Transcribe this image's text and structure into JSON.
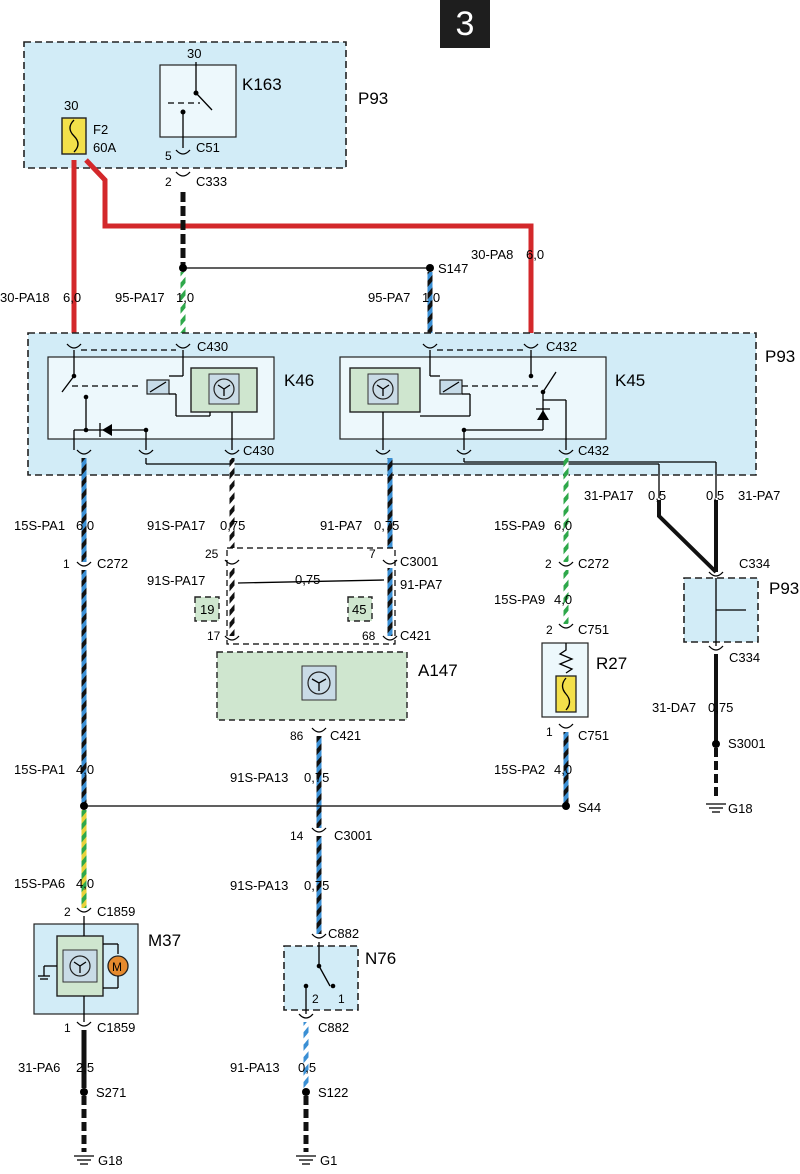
{
  "page_number": "3",
  "colors": {
    "box_fill": "#d2ecf7",
    "component_fill": "#cfe6cf",
    "fuse_fill": "#f3e04a",
    "wire_red": "#d3282b",
    "wire_black": "#111111",
    "wire_blue": "#3a8fd4",
    "wire_green": "#2ea84a",
    "wire_yellow": "#e9d23a",
    "motor_fill": "#e58a2e"
  },
  "modules": {
    "p93_top": "P93",
    "p93_mid": "P93",
    "p93_small": "P93"
  },
  "components": {
    "k163": "K163",
    "k46": "K46",
    "k45": "K45",
    "a147": "A147",
    "r27": "R27",
    "m37": "M37",
    "n76": "N76",
    "f2": "F2",
    "f2_rating": "60A",
    "f2_pin": "30",
    "k163_pin": "30",
    "n76_pin_a": "2",
    "n76_pin_b": "1",
    "a147_ref_left": "19",
    "a147_ref_right": "45"
  },
  "connectors": {
    "c51": "C51",
    "c51_pin": "5",
    "c333": "C333",
    "c333_pin": "2",
    "c430_top": "C430",
    "c430_bot": "C430",
    "c432_top": "C432",
    "c432_bot": "C432",
    "c272_a": "C272",
    "c272_a_pin": "1",
    "c3001_top": "C3001",
    "c3001_pin_l": "25",
    "c3001_pin_r": "7",
    "c421_top": "C421",
    "c421_pin_l": "17",
    "c421_pin_r": "68",
    "c272_b": "C272",
    "c272_b_pin": "2",
    "c751_top": "C751",
    "c751_top_pin": "2",
    "c751_bot": "C751",
    "c751_bot_pin": "1",
    "c334_top": "C334",
    "c334_bot": "C334",
    "c421_bot": "C421",
    "c421_bot_pin": "86",
    "c3001_bot": "C3001",
    "c3001_bot_pin": "14",
    "c1859_top": "C1859",
    "c1859_top_pin": "2",
    "c1859_bot": "C1859",
    "c1859_bot_pin": "1",
    "c882_top": "C882",
    "c882_bot": "C882"
  },
  "splices": {
    "s147": "S147",
    "s44": "S44",
    "s3001": "S3001",
    "s271": "S271",
    "s122": "S122"
  },
  "grounds": {
    "g18_a": "G18",
    "g18_b": "G18",
    "g1": "G1"
  },
  "wires": {
    "w_30pa18": {
      "code": "30-PA18",
      "size": "6,0"
    },
    "w_95pa17": {
      "code": "95-PA17",
      "size": "1,0"
    },
    "w_95pa7": {
      "code": "95-PA7",
      "size": "1,0"
    },
    "w_30pa8": {
      "code": "30-PA8",
      "size": "6,0"
    },
    "w_15spa1_a": {
      "code": "15S-PA1",
      "size": "6,0"
    },
    "w_91spa17_a": {
      "code": "91S-PA17",
      "size": "0,75"
    },
    "w_91pa7_a": {
      "code": "91-PA7",
      "size": "0,75"
    },
    "w_91spa17_b": {
      "code": "91S-PA17"
    },
    "w_mid_size": {
      "size": "0,75"
    },
    "w_91pa7_b": {
      "code": "91-PA7"
    },
    "w_15spa9_a": {
      "code": "15S-PA9",
      "size": "6,0"
    },
    "w_15spa9_b": {
      "code": "15S-PA9",
      "size": "4,0"
    },
    "w_31pa17": {
      "code": "31-PA17",
      "size": "0,5"
    },
    "w_31pa7": {
      "code": "31-PA7",
      "size": "0,5"
    },
    "w_31da7": {
      "code": "31-DA7",
      "size": "0,75"
    },
    "w_15spa1_b": {
      "code": "15S-PA1",
      "size": "4,0"
    },
    "w_91spa13_a": {
      "code": "91S-PA13",
      "size": "0,75"
    },
    "w_15spa2": {
      "code": "15S-PA2",
      "size": "4,0"
    },
    "w_15spa6": {
      "code": "15S-PA6",
      "size": "4,0"
    },
    "w_91spa13_b": {
      "code": "91S-PA13",
      "size": "0,75"
    },
    "w_31pa6": {
      "code": "31-PA6",
      "size": "2,5"
    },
    "w_91pa13": {
      "code": "91-PA13",
      "size": "0,5"
    }
  }
}
